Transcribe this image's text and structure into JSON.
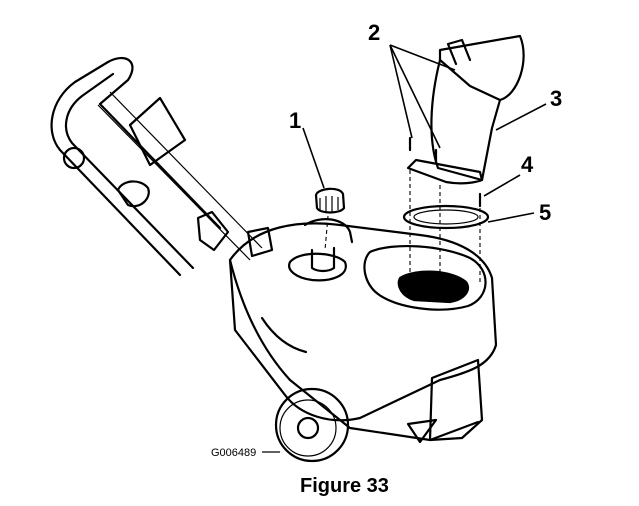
{
  "callouts": [
    "1",
    "2",
    "3",
    "4",
    "5"
  ],
  "part_code": "G006489",
  "caption": "Figure 33"
}
